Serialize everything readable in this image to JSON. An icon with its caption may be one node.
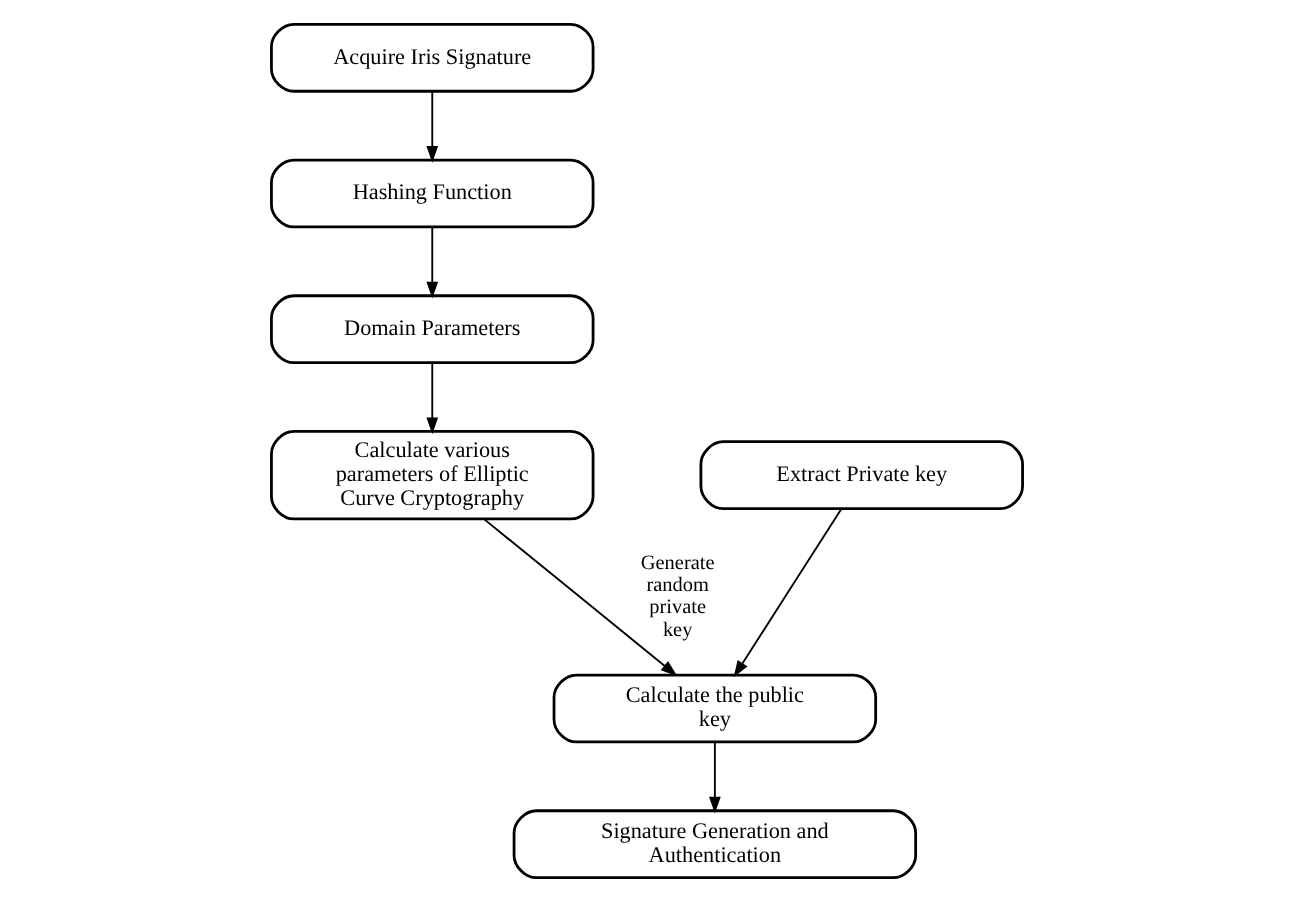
{
  "diagram": {
    "nodes": [
      {
        "text": [
          "Acquire Iris Signature"
        ]
      },
      {
        "text": [
          "Hashing Function"
        ]
      },
      {
        "text": [
          "Domain Parameters"
        ]
      },
      {
        "text": [
          "Extract Private key"
        ]
      },
      {
        "text": [
          "Calculate the public key"
        ]
      },
      {
        "text": [
          "Calculate various parameters of Elliptic Curve Cryptography"
        ]
      },
      {
        "text": [
          "Signature Generation and Authentication"
        ]
      }
    ],
    "edges": [
      {
        "from": 0,
        "to": 1,
        "arrow": "to"
      },
      {
        "from": 1,
        "to": 2,
        "arrow": "to"
      },
      {
        "from": 2,
        "to": 5,
        "arrow": "to"
      },
      {
        "from": 3,
        "to": 4,
        "arrow": "to"
      },
      {
        "from": 5,
        "to": 4,
        "arrow": "to",
        "label": "Generate random private key"
      },
      {
        "from": 4,
        "to": 6,
        "arrow": "to"
      }
    ]
  }
}
